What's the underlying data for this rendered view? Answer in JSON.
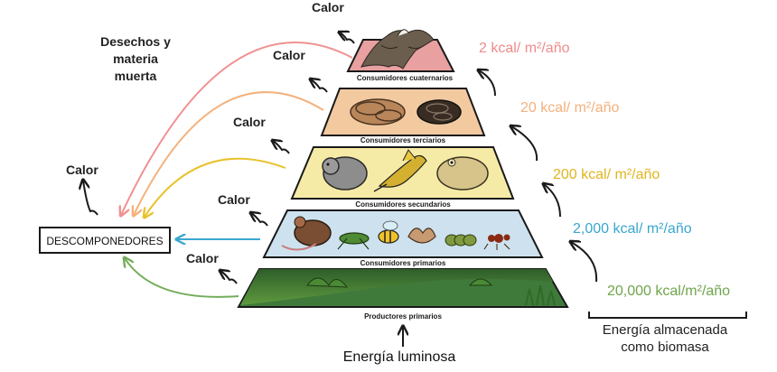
{
  "levels": [
    {
      "label": "Consumidores cuaternarios",
      "energy": "2 kcal/ m²/año",
      "fill": "#E8A0A0",
      "energy_color": "#F08B8B",
      "arrow_color": "#F19191"
    },
    {
      "label": "Consumidores terciarios",
      "energy": "20 kcal/ m²/año",
      "fill": "#F3C9A0",
      "energy_color": "#F3B07D",
      "arrow_color": "#F4B27C"
    },
    {
      "label": "Consumidores secundarios",
      "energy": "200 kcal/ m²/año",
      "fill": "#F6EBA6",
      "energy_color": "#E0B520",
      "arrow_color": "#E8C22C"
    },
    {
      "label": "Consumidores primarios",
      "energy": "2,000 kcal/ m²/año",
      "fill": "#CDE2EE",
      "energy_color": "#3BA6CF",
      "arrow_color": "#3AA8D0"
    },
    {
      "label": "Productores primarios",
      "energy": "20,000 kcal/m²/año",
      "fill": "#3F7A3B",
      "energy_color": "#6FA54B",
      "arrow_color": "#73AC5A"
    }
  ],
  "heat_label": "Calor",
  "waste_label": [
    "Desechos y",
    "materia",
    "muerta"
  ],
  "decomposers_label": "DESCOMPONEDORES",
  "stored_energy_label": [
    "Energía almacenada",
    "como biomasa"
  ],
  "light_energy_label": "Energía luminosa",
  "colors": {
    "text": "#222222",
    "outline": "#1a1a1a"
  }
}
